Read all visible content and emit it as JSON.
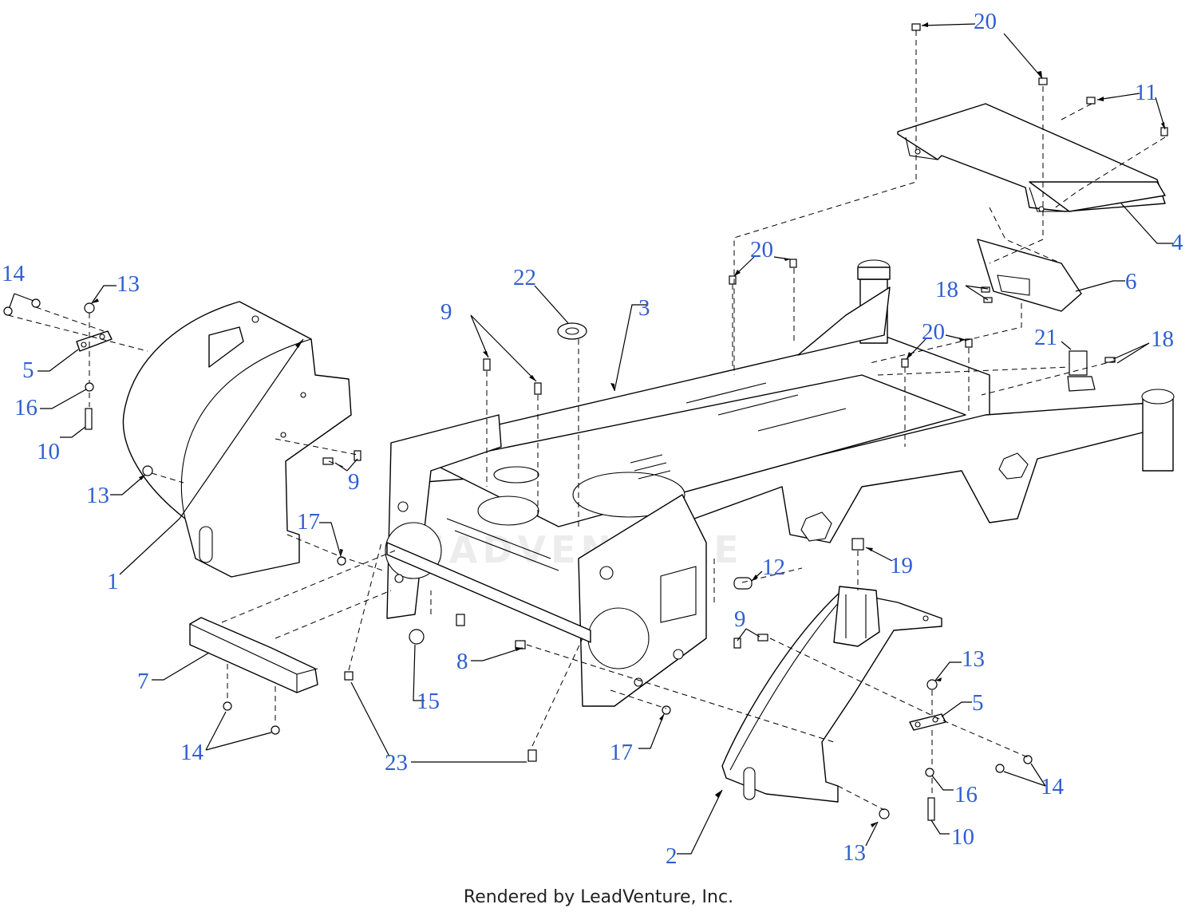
{
  "colors": {
    "callout_text": "#2f5fd0",
    "line": "#000000",
    "background": "#ffffff"
  },
  "watermark": "LEADVENTURE",
  "footer": "Rendered by LeadVenture, Inc.",
  "callouts": [
    {
      "label": "1"
    },
    {
      "label": "2"
    },
    {
      "label": "3"
    },
    {
      "label": "4"
    },
    {
      "label": "5"
    },
    {
      "label": "5"
    },
    {
      "label": "6"
    },
    {
      "label": "7"
    },
    {
      "label": "8"
    },
    {
      "label": "9"
    },
    {
      "label": "9"
    },
    {
      "label": "9"
    },
    {
      "label": "10"
    },
    {
      "label": "10"
    },
    {
      "label": "11"
    },
    {
      "label": "12"
    },
    {
      "label": "13"
    },
    {
      "label": "13"
    },
    {
      "label": "13"
    },
    {
      "label": "13"
    },
    {
      "label": "14"
    },
    {
      "label": "14"
    },
    {
      "label": "14"
    },
    {
      "label": "15"
    },
    {
      "label": "16"
    },
    {
      "label": "16"
    },
    {
      "label": "17"
    },
    {
      "label": "17"
    },
    {
      "label": "18"
    },
    {
      "label": "18"
    },
    {
      "label": "19"
    },
    {
      "label": "20"
    },
    {
      "label": "20"
    },
    {
      "label": "20"
    },
    {
      "label": "21"
    },
    {
      "label": "22"
    },
    {
      "label": "23"
    }
  ]
}
